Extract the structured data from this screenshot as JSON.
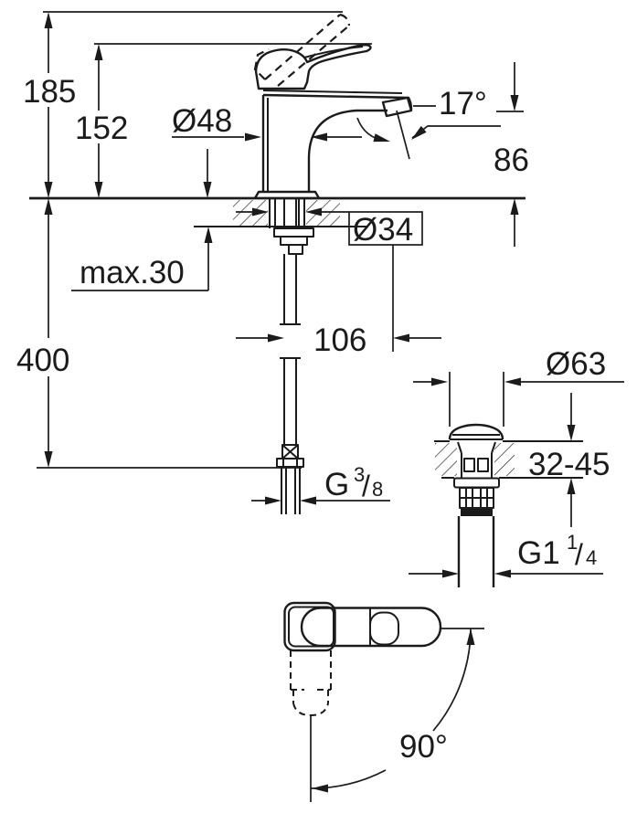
{
  "drawing": {
    "background": "#ffffff",
    "line_color": "#1b1b1b",
    "labels": {
      "total_height": "185",
      "spout_top_height": "152",
      "body_diameter": "Ø48",
      "spout_angle": "17°",
      "outlet_height": "86",
      "shank_diameter": "Ø34",
      "max_deck_thickness": "max.30",
      "hose_length": "400",
      "center_offset": "106",
      "waste_cap_diameter": "Ø63",
      "basin_thickness_range": "32-45",
      "swivel_angle": "90°",
      "supply_thread_prefix": "G",
      "supply_thread_numerator": "3",
      "supply_thread_slash": "/",
      "supply_thread_denominator": "8",
      "waste_thread_prefix": "G1",
      "waste_thread_numerator": "1",
      "waste_thread_slash": "/",
      "waste_thread_denominator": "4"
    }
  }
}
